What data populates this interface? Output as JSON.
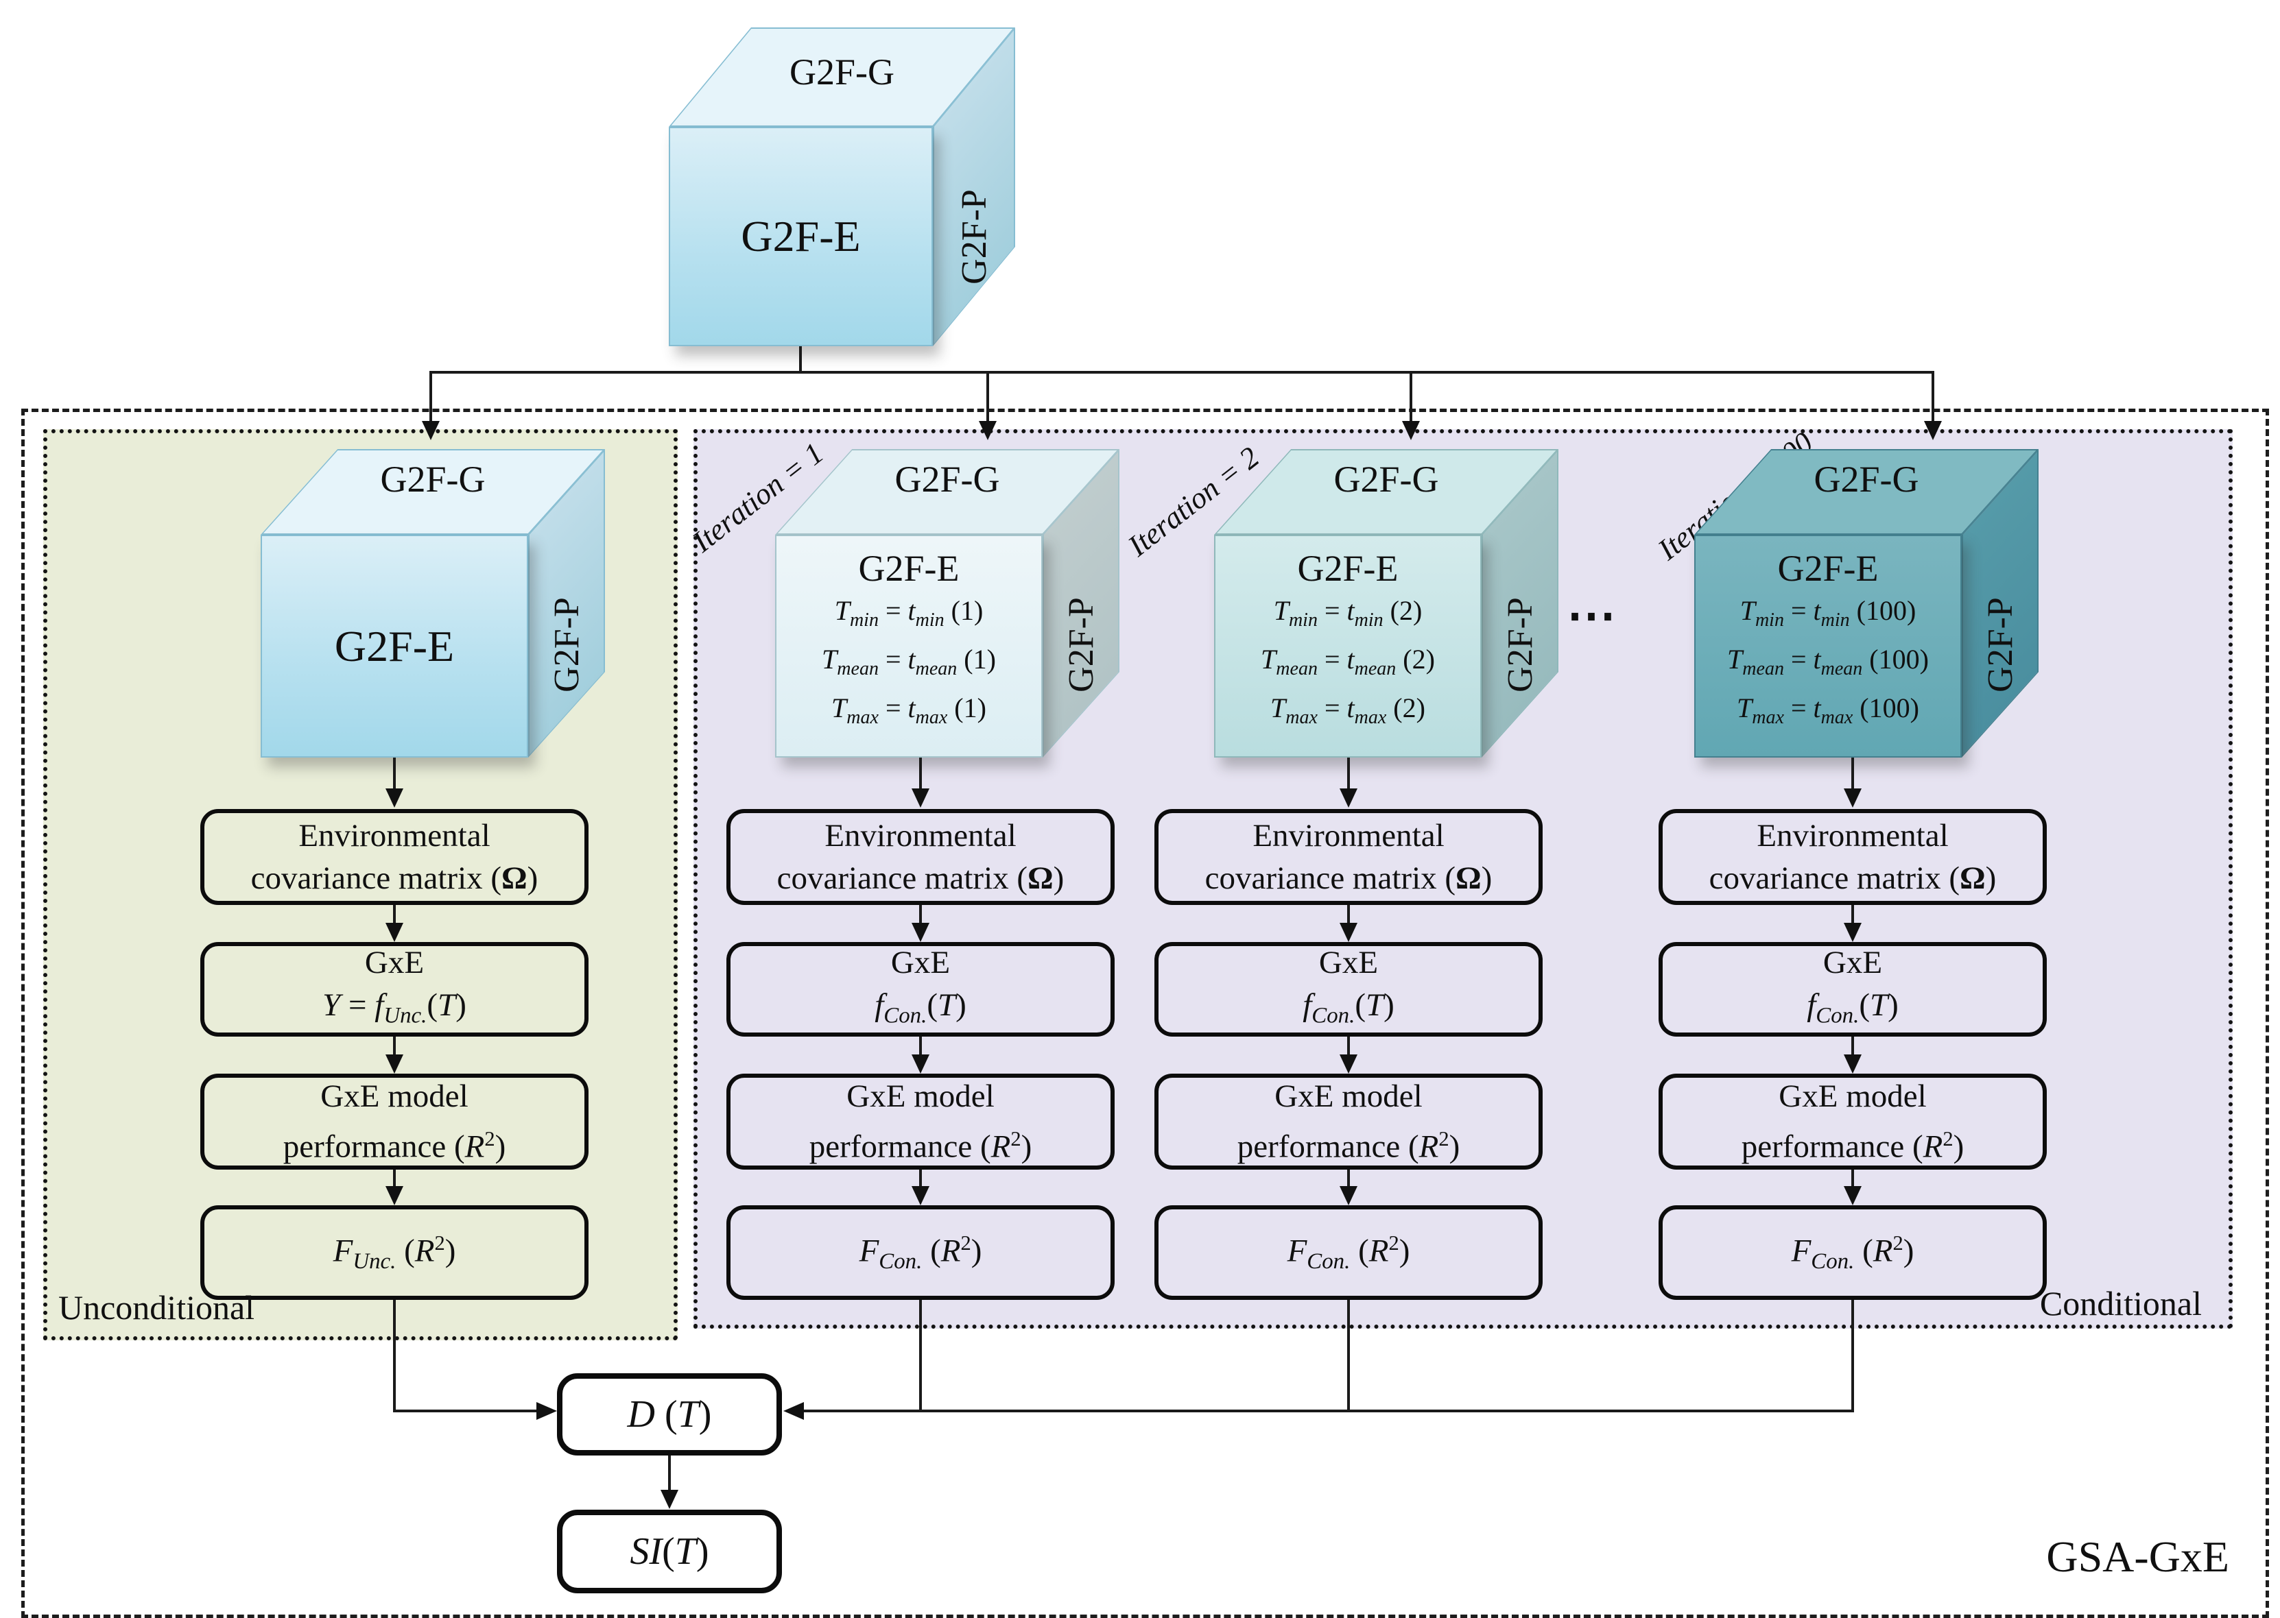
{
  "top_cube": {
    "top_label": "G2F-G",
    "front_label": "G2F-E",
    "side_label": "G2F-P"
  },
  "panels": {
    "unconditional_label": "Unconditional",
    "conditional_label": "Conditional",
    "outer_label": "GSA-GxE"
  },
  "ellipsis": "⋯",
  "columns": [
    {
      "id": "unconditional",
      "iteration_label": "",
      "cube": {
        "top_label": "G2F-G",
        "front_label": "G2F-E",
        "side_label": "G2F-P",
        "formulas": []
      },
      "env_box": {
        "line1": "Environmental",
        "line2": "covariance matrix (<b>Ω</b>)"
      },
      "gxe_box": {
        "line1": "GxE",
        "line2": "<i>Y</i> = <i>f</i><sub><i>Unc.</i></sub>(<i>T</i>)"
      },
      "perf_box": {
        "line1": "GxE model",
        "line2": "performance (<i>R</i><sup>2</sup>)"
      },
      "f_box": {
        "label": "<i>F</i><sub><i>Unc.</i></sub> (<i>R</i><sup>2</sup>)"
      }
    },
    {
      "id": "iteration-1",
      "iteration_label": "Iteration = 1",
      "cube": {
        "top_label": "G2F-G",
        "front_label": "G2F-E",
        "side_label": "G2F-P",
        "formulas": [
          "<i>T</i><sub><i>min</i></sub> = <i>t</i><sub><i>min</i></sub> (1)",
          "<i>T</i><sub><i>mean</i></sub> = <i>t</i><sub><i>mean</i></sub> (1)",
          "<i>T</i><sub><i>max</i></sub> = <i>t</i><sub><i>max</i></sub> (1)"
        ]
      },
      "env_box": {
        "line1": "Environmental",
        "line2": "covariance matrix (<b>Ω</b>)"
      },
      "gxe_box": {
        "line1": "GxE",
        "line2": "<i>f</i><sub><i>Con.</i></sub>(<i>T</i>)"
      },
      "perf_box": {
        "line1": "GxE model",
        "line2": "performance (<i>R</i><sup>2</sup>)"
      },
      "f_box": {
        "label": "<i>F</i><sub><i>Con.</i></sub> (<i>R</i><sup>2</sup>)"
      }
    },
    {
      "id": "iteration-2",
      "iteration_label": "Iteration = 2",
      "cube": {
        "top_label": "G2F-G",
        "front_label": "G2F-E",
        "side_label": "G2F-P",
        "formulas": [
          "<i>T</i><sub><i>min</i></sub> = <i>t</i><sub><i>min</i></sub> (2)",
          "<i>T</i><sub><i>mean</i></sub> = <i>t</i><sub><i>mean</i></sub> (2)",
          "<i>T</i><sub><i>max</i></sub> = <i>t</i><sub><i>max</i></sub> (2)"
        ]
      },
      "env_box": {
        "line1": "Environmental",
        "line2": "covariance matrix (<b>Ω</b>)"
      },
      "gxe_box": {
        "line1": "GxE",
        "line2": "<i>f</i><sub><i>Con.</i></sub>(<i>T</i>)"
      },
      "perf_box": {
        "line1": "GxE model",
        "line2": "performance (<i>R</i><sup>2</sup>)"
      },
      "f_box": {
        "label": "<i>F</i><sub><i>Con.</i></sub> (<i>R</i><sup>2</sup>)"
      }
    },
    {
      "id": "iteration-100",
      "iteration_label": "Iteration = 100",
      "cube": {
        "top_label": "G2F-G",
        "front_label": "G2F-E",
        "side_label": "G2F-P",
        "formulas": [
          "<i>T</i><sub><i>min</i></sub> = <i>t</i><sub><i>min</i></sub> (100)",
          "<i>T</i><sub><i>mean</i></sub> = <i>t</i><sub><i>mean</i></sub> (100)",
          "<i>T</i><sub><i>max</i></sub> = <i>t</i><sub><i>max</i></sub> (100)"
        ]
      },
      "env_box": {
        "line1": "Environmental",
        "line2": "covariance matrix (<b>Ω</b>)"
      },
      "gxe_box": {
        "line1": "GxE",
        "line2": "<i>f</i><sub><i>Con.</i></sub>(<i>T</i>)"
      },
      "perf_box": {
        "line1": "GxE model",
        "line2": "performance (<i>R</i><sup>2</sup>)"
      },
      "f_box": {
        "label": "<i>F</i><sub><i>Con.</i></sub> (<i>R</i><sup>2</sup>)"
      }
    }
  ],
  "bottom": {
    "d_label": "<i>D</i> (<i>T</i>)",
    "si_label": "<i>SI</i>(<i>T</i>)"
  },
  "colors": {
    "unconditional_panel_bg": "#e9edd8",
    "conditional_panel_bg": "#e6e3f1",
    "main_cube_front": "#b6e0ef",
    "iteration1_cube_front": "#e7f3f7",
    "iteration2_cube_front": "#c6e4e6",
    "iteration100_cube_front": "#68aab6",
    "line_color": "#1a1a1a"
  }
}
